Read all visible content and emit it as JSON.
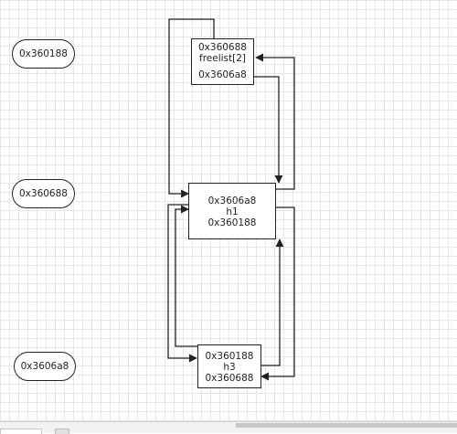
{
  "labels": {
    "addr1": "0x360188",
    "addr2": "0x360688",
    "addr3": "0x3606a8"
  },
  "nodes": {
    "freelist": {
      "line1": "0x360688",
      "line2": "freelist[2]",
      "line3": "0x3606a8"
    },
    "h1": {
      "line1": "0x3606a8",
      "line2": "h1",
      "line3": "0x360188"
    },
    "h3": {
      "line1": "0x360188",
      "line2": "h3",
      "line3": "0x360688"
    }
  },
  "colors": {
    "stroke": "#222222",
    "grid": "#e6e6e6"
  }
}
